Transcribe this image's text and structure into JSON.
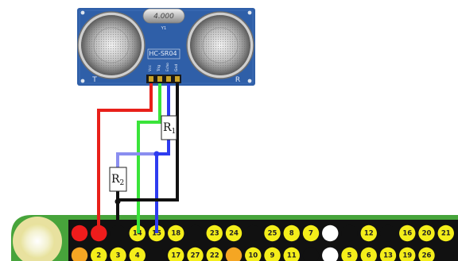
{
  "sensor": {
    "model": "HC-SR04",
    "crystal": "4.000",
    "crystal_ref": "Y1",
    "left_transducer": "T",
    "right_transducer": "R",
    "pin_labels": [
      "Vcc",
      "Trig",
      "Echo",
      "Gnd"
    ]
  },
  "resistors": {
    "r1": {
      "letter": "R",
      "sub": "1"
    },
    "r2": {
      "letter": "R",
      "sub": "2"
    }
  },
  "wire_colors": {
    "vcc": "#e8201a",
    "trig": "#3ae43a",
    "echo": "#2e3cf0",
    "echo_divided": "#8a8ef0",
    "gnd": "#111111"
  },
  "header": {
    "pin_colors": {
      "power5v": "#ef1c1c",
      "power3v3": "#f5a623",
      "ground": "#111111",
      "gpio": "#f4ee1a",
      "dnc": "#ffffff"
    },
    "top_row": [
      {
        "type": "power5v",
        "label": ""
      },
      {
        "type": "power5v",
        "label": ""
      },
      {
        "type": "ground",
        "label": ""
      },
      {
        "type": "gpio",
        "label": "14"
      },
      {
        "type": "gpio",
        "label": "15"
      },
      {
        "type": "gpio",
        "label": "18"
      },
      {
        "type": "ground",
        "label": ""
      },
      {
        "type": "gpio",
        "label": "23"
      },
      {
        "type": "gpio",
        "label": "24"
      },
      {
        "type": "ground",
        "label": ""
      },
      {
        "type": "gpio",
        "label": "25"
      },
      {
        "type": "gpio",
        "label": "8"
      },
      {
        "type": "gpio",
        "label": "7"
      },
      {
        "type": "dnc",
        "label": ""
      },
      {
        "type": "ground",
        "label": ""
      },
      {
        "type": "gpio",
        "label": "12"
      },
      {
        "type": "ground",
        "label": ""
      },
      {
        "type": "gpio",
        "label": "16"
      },
      {
        "type": "gpio",
        "label": "20"
      },
      {
        "type": "gpio",
        "label": "21"
      }
    ],
    "bottom_row": [
      {
        "type": "power3v3",
        "label": ""
      },
      {
        "type": "gpio",
        "label": "2"
      },
      {
        "type": "gpio",
        "label": "3"
      },
      {
        "type": "gpio",
        "label": "4"
      },
      {
        "type": "ground",
        "label": ""
      },
      {
        "type": "gpio",
        "label": "17"
      },
      {
        "type": "gpio",
        "label": "27"
      },
      {
        "type": "gpio",
        "label": "22"
      },
      {
        "type": "power3v3",
        "label": ""
      },
      {
        "type": "gpio",
        "label": "10"
      },
      {
        "type": "gpio",
        "label": "9"
      },
      {
        "type": "gpio",
        "label": "11"
      },
      {
        "type": "ground",
        "label": ""
      },
      {
        "type": "dnc",
        "label": ""
      },
      {
        "type": "gpio",
        "label": "5"
      },
      {
        "type": "gpio",
        "label": "6"
      },
      {
        "type": "gpio",
        "label": "13"
      },
      {
        "type": "gpio",
        "label": "19"
      },
      {
        "type": "gpio",
        "label": "26"
      },
      {
        "type": "ground",
        "label": ""
      }
    ]
  }
}
